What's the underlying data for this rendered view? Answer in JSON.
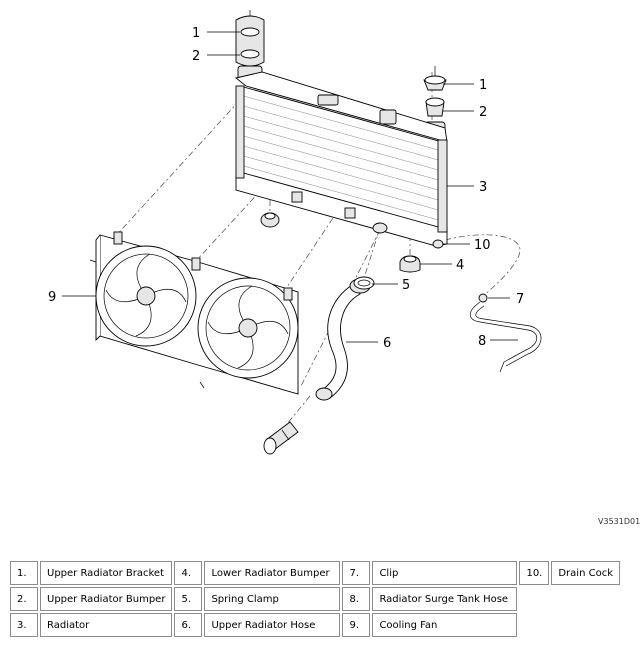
{
  "diagram": {
    "image_code": "V3531D01",
    "callouts": [
      "1",
      "2",
      "1",
      "2",
      "3",
      "10",
      "4",
      "5",
      "7",
      "9",
      "6",
      "8"
    ]
  },
  "legend": {
    "rows": [
      [
        {
          "num": "1.",
          "label": "Upper Radiator Bracket"
        },
        {
          "num": "4.",
          "label": "Lower Radiator Bumper"
        },
        {
          "num": "7.",
          "label": "Clip"
        },
        {
          "num": "10.",
          "label": "Drain Cock"
        }
      ],
      [
        {
          "num": "2.",
          "label": "Upper Radiator Bumper"
        },
        {
          "num": "5.",
          "label": "Spring Clamp"
        },
        {
          "num": "8.",
          "label": "Radiator Surge Tank Hose"
        }
      ],
      [
        {
          "num": "3.",
          "label": "Radiator"
        },
        {
          "num": "6.",
          "label": "Upper Radiator Hose"
        },
        {
          "num": "9.",
          "label": "Cooling Fan"
        }
      ]
    ]
  }
}
